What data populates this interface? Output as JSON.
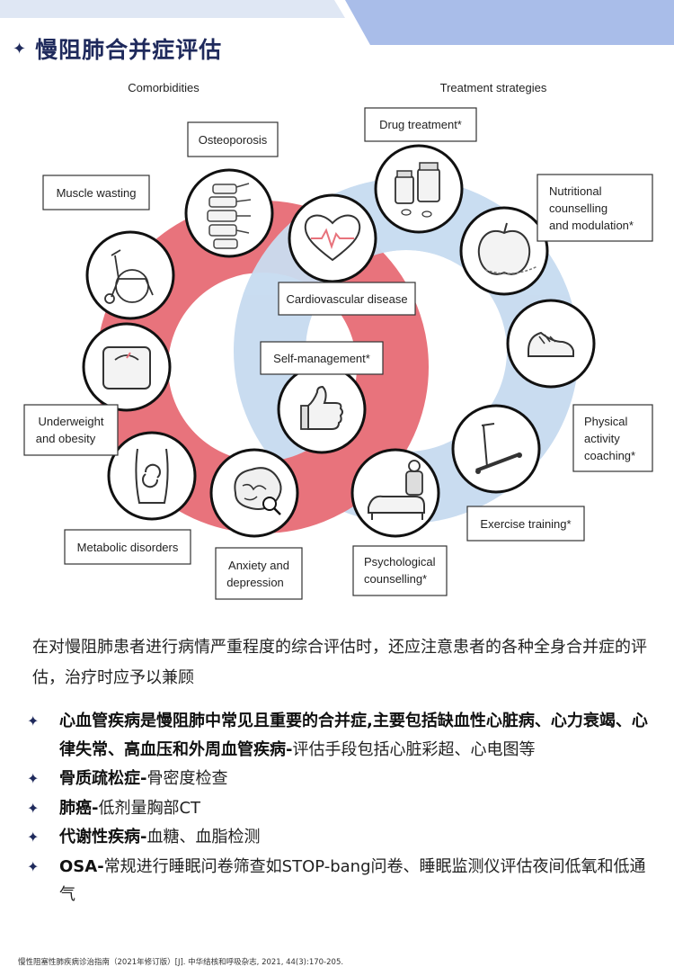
{
  "header": {
    "title": "慢阻肺合并症评估",
    "bullet_glyph": "✦"
  },
  "diagram": {
    "heading_left": "Comorbidities",
    "heading_right": "Treatment strategies",
    "colors": {
      "red_ring": "#e8737c",
      "blue_ring": "#c9dcf0",
      "topbar_light": "#dfe7f4",
      "topbar_dark": "#9fb4e6",
      "title": "#1f2a5c"
    },
    "labels": {
      "osteoporosis": "Osteoporosis",
      "muscle_wasting": "Muscle wasting",
      "cardiovascular": "Cardiovascular disease",
      "underweight_1": "Underweight",
      "underweight_2": "and obesity",
      "metabolic": "Metabolic disorders",
      "anxiety_1": "Anxiety and",
      "anxiety_2": "depression",
      "drug": "Drug treatment*",
      "nutritional_1": "Nutritional",
      "nutritional_2": "counselling",
      "nutritional_3": "and modulation*",
      "self_management": "Self-management*",
      "physical_1": "Physical",
      "physical_2": "activity",
      "physical_3": "coaching*",
      "exercise": "Exercise training*",
      "psych_1": "Psychological",
      "psych_2": "counselling*"
    },
    "icons": [
      "spine-icon",
      "wheelchair-icon",
      "heart-ecg-icon",
      "scale-icon",
      "torso-icon",
      "brain-icon",
      "pill-bottles-icon",
      "apple-tape-icon",
      "thumbs-up-icon",
      "shoe-icon",
      "treadmill-icon",
      "therapy-couch-icon"
    ]
  },
  "intro": "在对慢阻肺患者进行病情严重程度的综合评估时，还应注意患者的各种全身合并症的评估，治疗时应予以兼顾",
  "bullets": [
    {
      "bold": "心血管疾病是慢阻肺中常见且重要的合并症,主要包括缺血性心脏病、心力衰竭、心律失常、高血压和外周血管疾病-",
      "text": "评估手段包括心脏彩超、心电图等"
    },
    {
      "bold": "骨质疏松症-",
      "text": "骨密度检查"
    },
    {
      "bold": "肺癌-",
      "text": "低剂量胸部CT"
    },
    {
      "bold": "代谢性疾病-",
      "text": "血糖、血脂检测"
    },
    {
      "bold": "OSA-",
      "text": "常规进行睡眠问卷筛查如STOP-bang问卷、睡眠监测仪评估夜间低氧和低通气"
    }
  ],
  "footnote": "慢性阻塞性肺疾病诊治指南（2021年修订版）[J]. 中华结核和呼吸杂志, 2021, 44(3):170-205."
}
